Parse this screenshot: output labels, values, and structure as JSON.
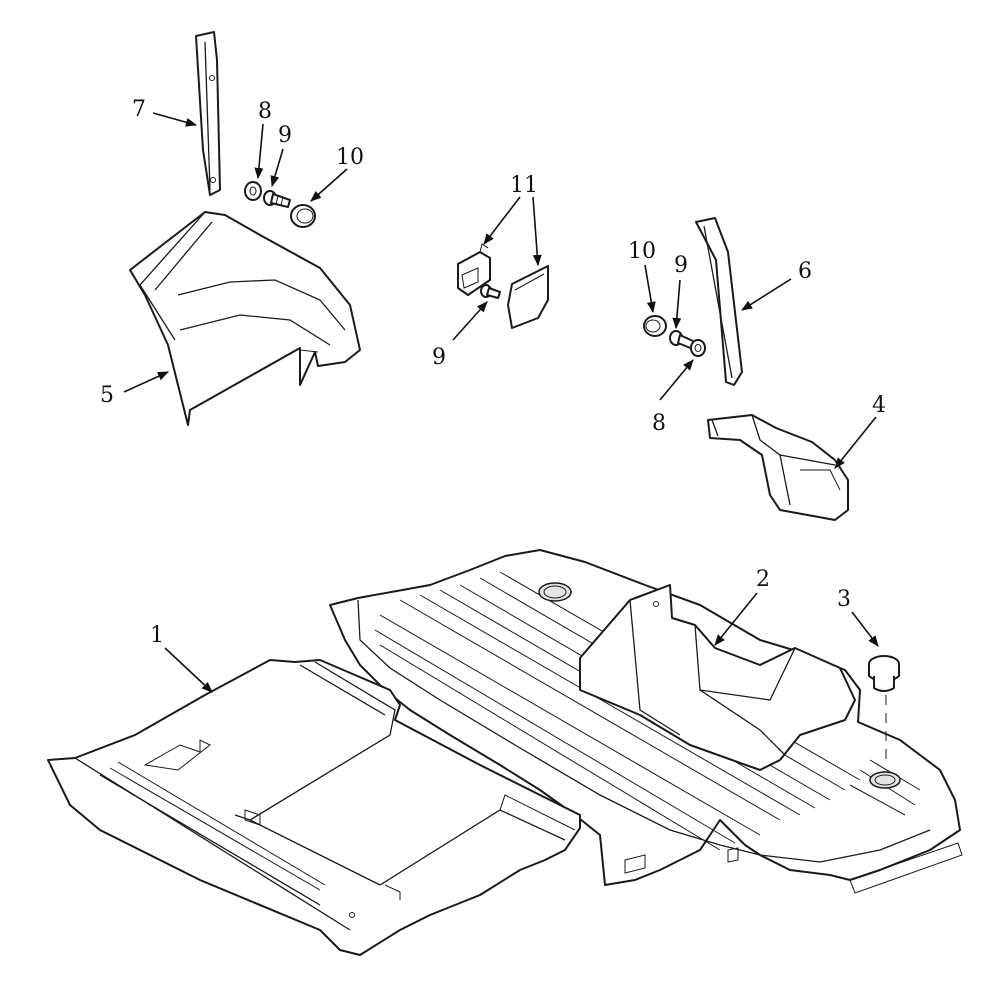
{
  "callouts": [
    {
      "id": "c1",
      "text": "1"
    },
    {
      "id": "c2",
      "text": "2"
    },
    {
      "id": "c3",
      "text": "3"
    },
    {
      "id": "c4",
      "text": "4"
    },
    {
      "id": "c5",
      "text": "5"
    },
    {
      "id": "c6",
      "text": "6"
    },
    {
      "id": "c7",
      "text": "7"
    },
    {
      "id": "c8a",
      "text": "8"
    },
    {
      "id": "c8b",
      "text": "8"
    },
    {
      "id": "c9a",
      "text": "9"
    },
    {
      "id": "c9b",
      "text": "9"
    },
    {
      "id": "c9c",
      "text": "9"
    },
    {
      "id": "c10a",
      "text": "10"
    },
    {
      "id": "c10b",
      "text": "10"
    },
    {
      "id": "c11",
      "text": "11"
    }
  ]
}
